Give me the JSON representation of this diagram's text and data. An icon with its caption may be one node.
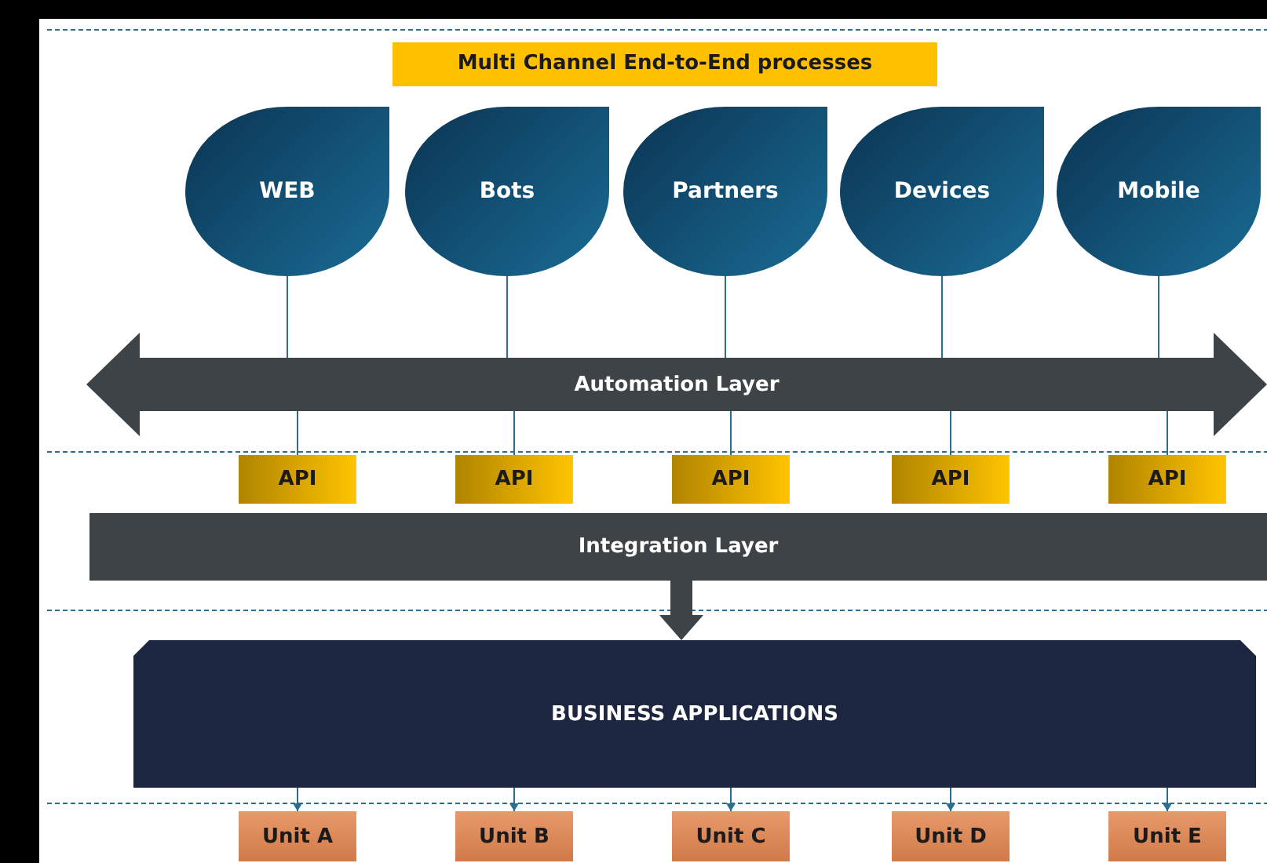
{
  "diagram": {
    "title": "Multi Channel End-to-End processes",
    "nodes": [
      {
        "text": [
          "WEB"
        ]
      },
      {
        "text": [
          "Bots"
        ]
      },
      {
        "text": [
          "Partners"
        ]
      },
      {
        "text": [
          "Devices"
        ]
      },
      {
        "text": [
          "Mobile"
        ]
      },
      {
        "text": [
          "Automation Layer"
        ]
      },
      {
        "text": [
          "API"
        ]
      },
      {
        "text": [
          "API"
        ]
      },
      {
        "text": [
          "API"
        ]
      },
      {
        "text": [
          "API"
        ]
      },
      {
        "text": [
          "API"
        ]
      },
      {
        "text": [
          "Integration Layer"
        ]
      },
      {
        "text": [
          "BUSINESS APPLICATIONS"
        ]
      },
      {
        "text": [
          "Unit A"
        ]
      },
      {
        "text": [
          "Unit B"
        ]
      },
      {
        "text": [
          "Unit C"
        ]
      },
      {
        "text": [
          "Unit D"
        ]
      },
      {
        "text": [
          "Unit E"
        ]
      }
    ],
    "edges": [
      {
        "from": 0,
        "to": 5,
        "arrow": "none"
      },
      {
        "from": 1,
        "to": 5,
        "arrow": "none"
      },
      {
        "from": 2,
        "to": 5,
        "arrow": "none"
      },
      {
        "from": 3,
        "to": 5,
        "arrow": "none"
      },
      {
        "from": 4,
        "to": 5,
        "arrow": "none"
      },
      {
        "from": 5,
        "to": 6,
        "arrow": "none"
      },
      {
        "from": 5,
        "to": 7,
        "arrow": "none"
      },
      {
        "from": 5,
        "to": 8,
        "arrow": "none"
      },
      {
        "from": 5,
        "to": 9,
        "arrow": "none"
      },
      {
        "from": 5,
        "to": 10,
        "arrow": "none"
      },
      {
        "from": 11,
        "to": 12,
        "arrow": "to",
        "style": "thick",
        "color": "#3d4347"
      },
      {
        "from": 12,
        "to": 13,
        "arrow": "to"
      },
      {
        "from": 12,
        "to": 14,
        "arrow": "to"
      },
      {
        "from": 12,
        "to": 15,
        "arrow": "to"
      },
      {
        "from": 12,
        "to": 16,
        "arrow": "to"
      },
      {
        "from": 12,
        "to": 17,
        "arrow": "to"
      }
    ]
  }
}
